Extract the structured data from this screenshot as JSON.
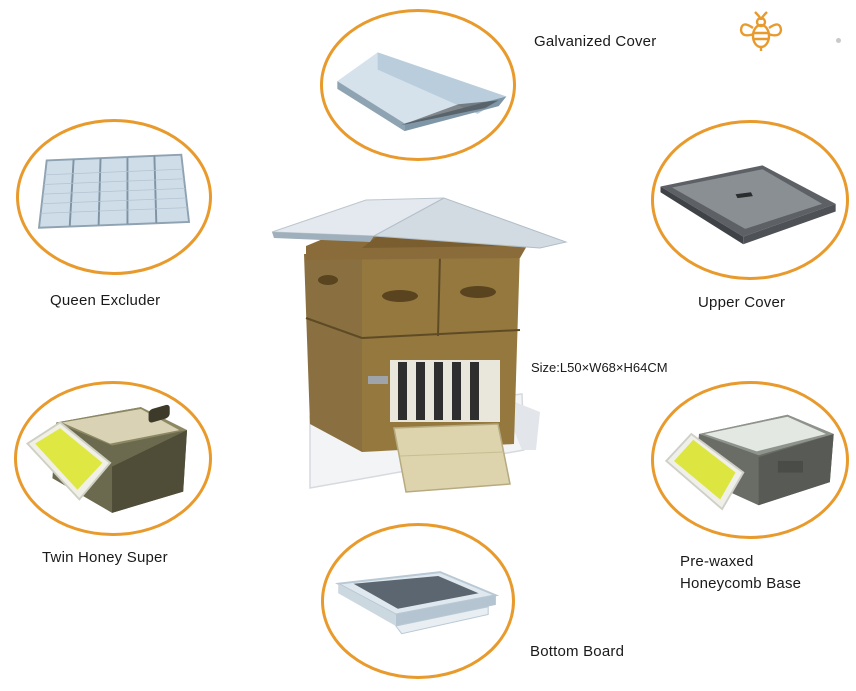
{
  "brand": {
    "accent": "#e89a2c",
    "logo_icon": "bee-icon"
  },
  "labels": {
    "galvanized_cover": "Galvanized Cover",
    "queen_excluder": "Queen Excluder",
    "upper_cover": "Upper Cover",
    "twin_honey_super": "Twin Honey Super",
    "prewaxed_line1": "Pre-waxed",
    "prewaxed_line2": "Honeycomb Base",
    "bottom_board": "Bottom Board"
  },
  "size": "Size:L50×W68×H64CM"
}
